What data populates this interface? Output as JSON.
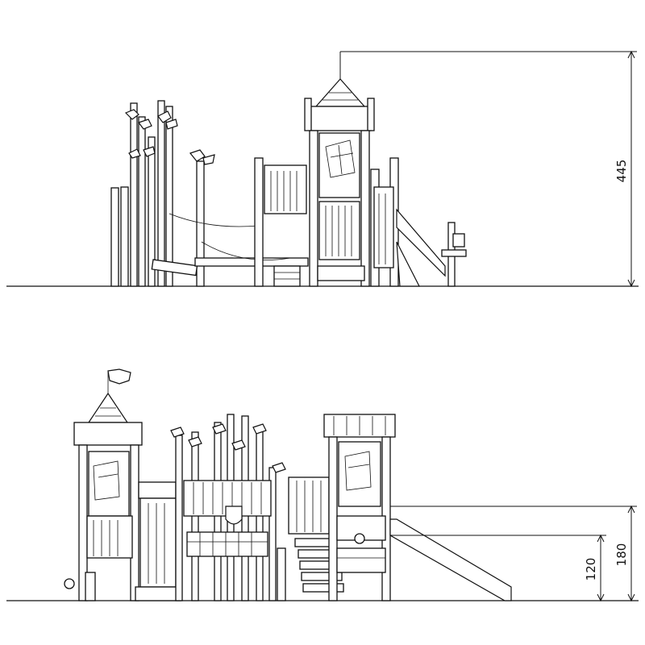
{
  "dimensions": {
    "top_height": "445",
    "platform_low": "120",
    "platform_high": "180"
  },
  "colors": {
    "line": "#111111",
    "background": "#ffffff"
  },
  "flag_icon": "flag-icon",
  "shield_icon": "shield-crest-icon"
}
